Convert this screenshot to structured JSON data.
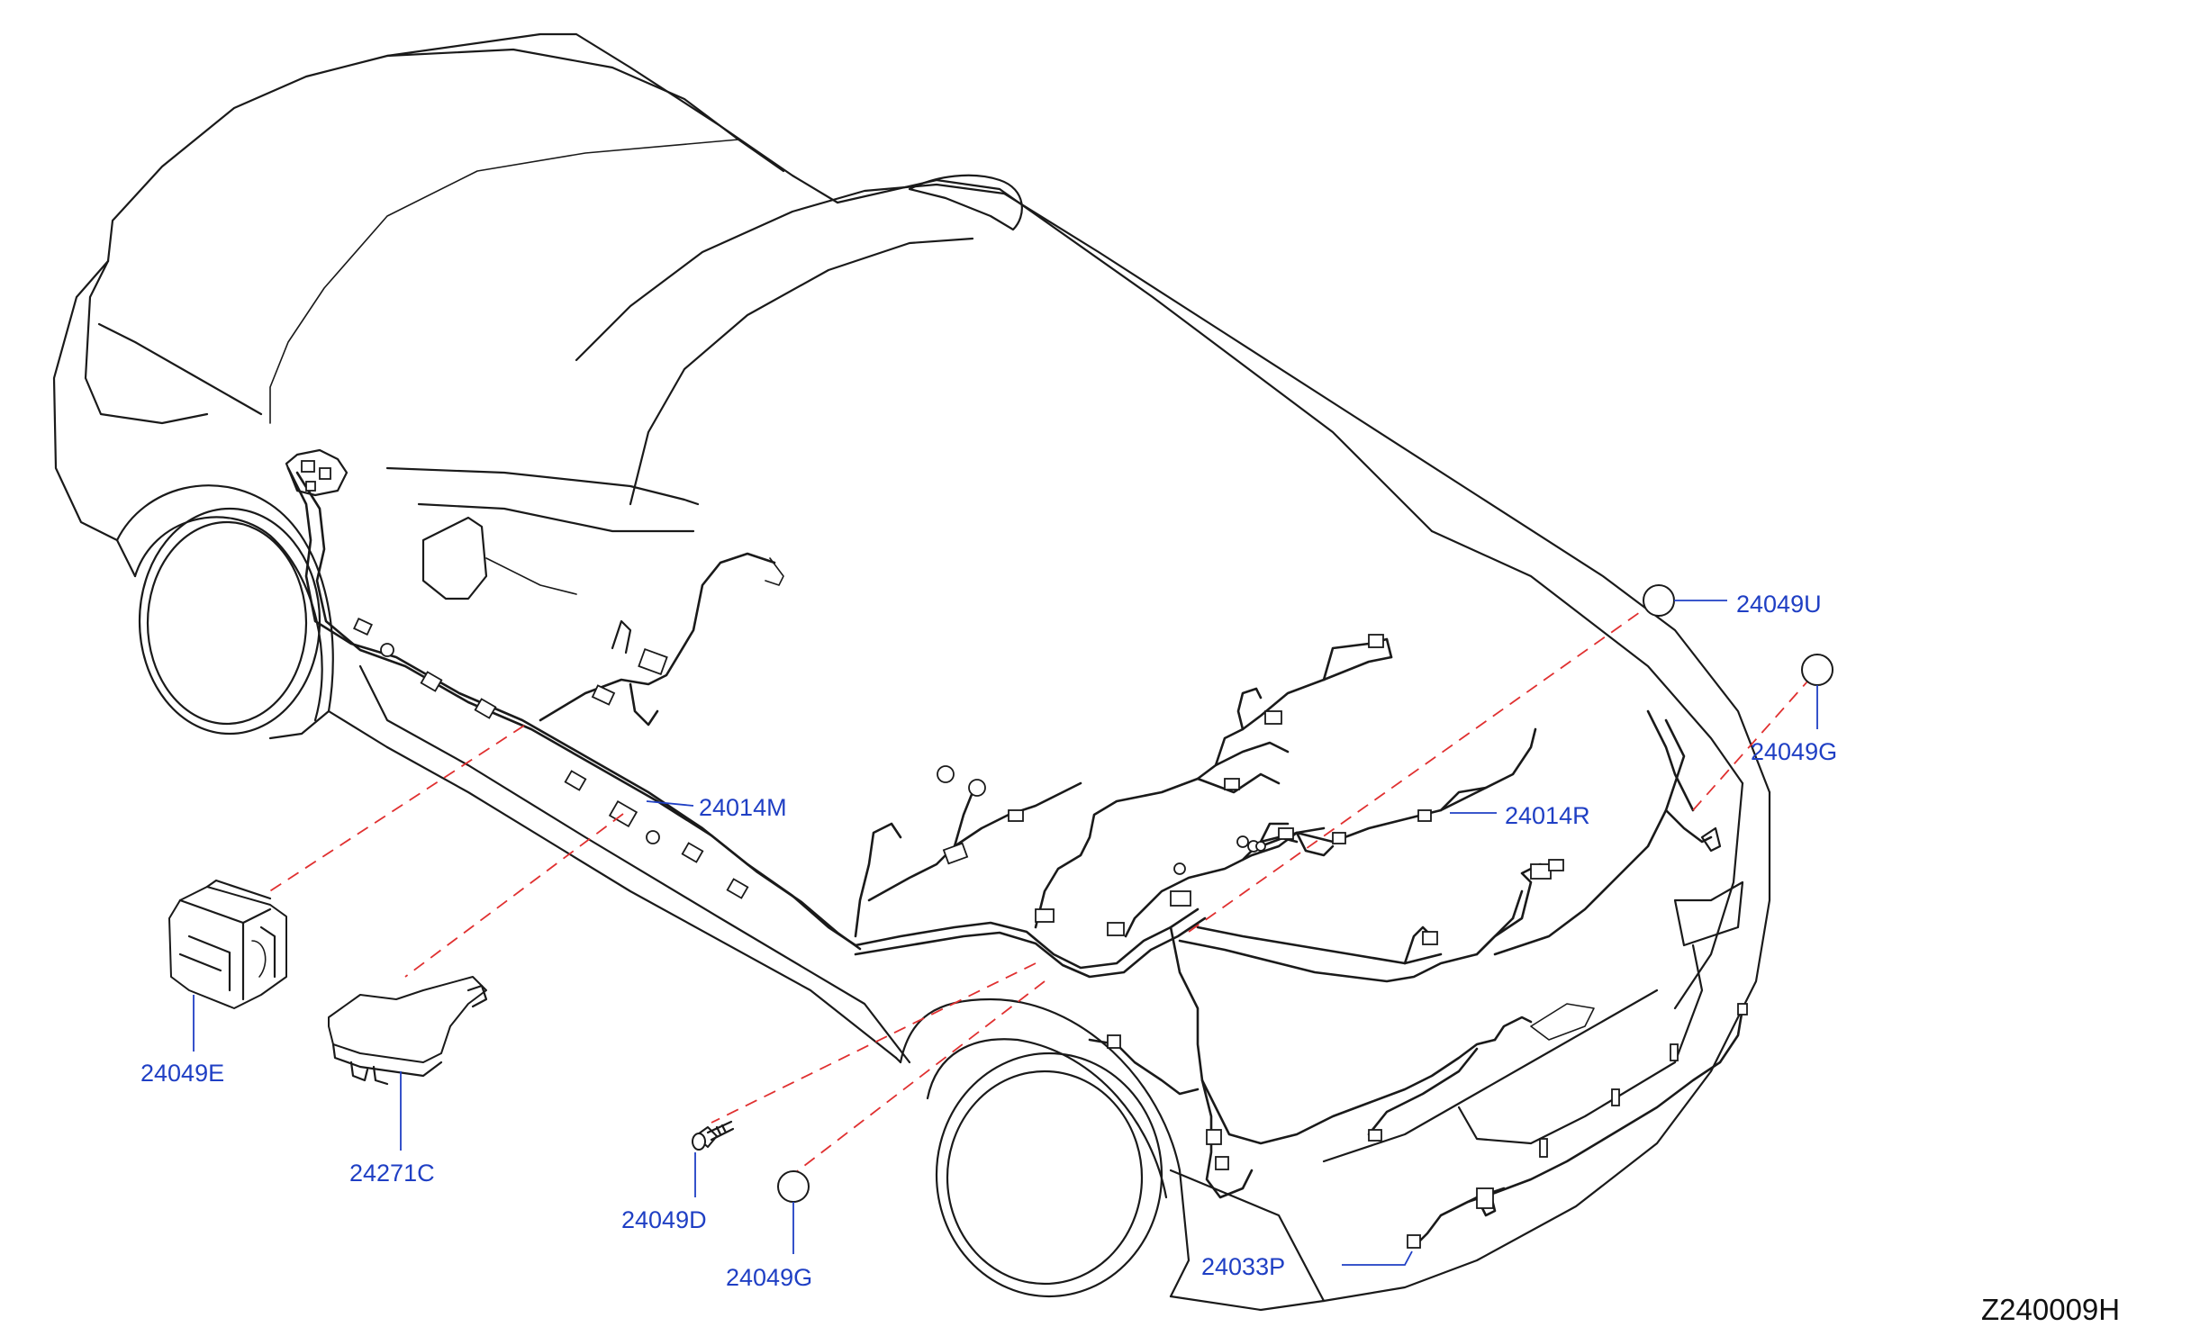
{
  "callouts": {
    "c_24049U": "24049U",
    "c_24049G_top": "24049G",
    "c_24014M": "24014M",
    "c_24014R": "24014R",
    "c_24049E": "24049E",
    "c_24271C": "24271C",
    "c_24049D": "24049D",
    "c_24049G_bottom": "24049G",
    "c_24033P": "24033P"
  },
  "diagram_code": "Z240009H",
  "colors": {
    "callout_text": "#1f3fc4",
    "leader_line": "#1f3fc4",
    "dashed_reference": "#e03030",
    "line_art": "#1a1a1a"
  }
}
